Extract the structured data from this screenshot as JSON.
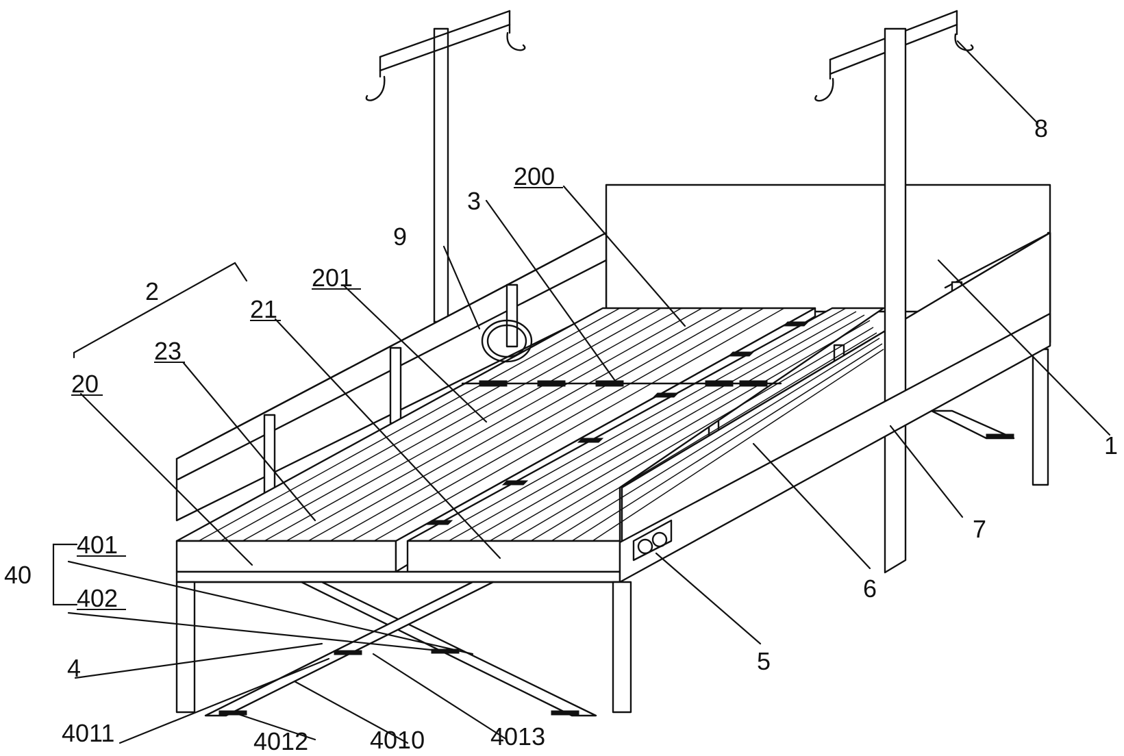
{
  "labels": {
    "l1": "1",
    "l2": "2",
    "l3": "3",
    "l4": "4",
    "l5": "5",
    "l6": "6",
    "l7": "7",
    "l8": "8",
    "l9": "9",
    "l20": "20",
    "l21": "21",
    "l23": "23",
    "l40": "40",
    "l200": "200",
    "l201": "201",
    "l401": "401",
    "l402": "402",
    "l4010": "4010",
    "l4011": "4011",
    "l4012": "4012",
    "l4013": "4013"
  }
}
